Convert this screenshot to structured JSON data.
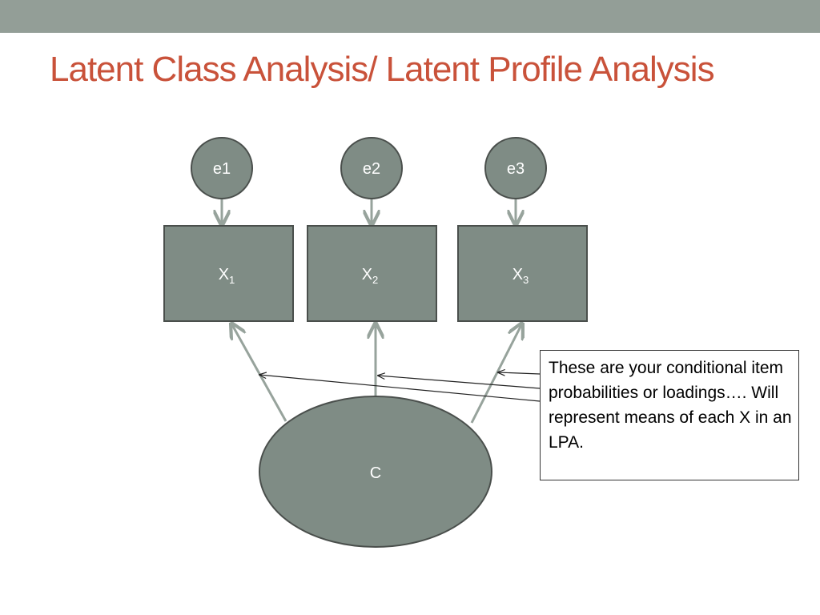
{
  "title": "Latent Class Analysis/ Latent Profile Analysis",
  "nodes": {
    "e1": "e1",
    "e2": "e2",
    "e3": "e3",
    "x1": {
      "base": "X",
      "sub": "1"
    },
    "x2": {
      "base": "X",
      "sub": "2"
    },
    "x3": {
      "base": "X",
      "sub": "3"
    },
    "c": "C"
  },
  "callout": "These are your conditional item probabilities or loadings…. Will represent means of each X in an LPA.",
  "colors": {
    "header_bar": "#939e97",
    "title": "#c9523a",
    "node_fill": "#7f8c85",
    "node_border": "#4a4f4c",
    "connector": "#97a39c"
  }
}
